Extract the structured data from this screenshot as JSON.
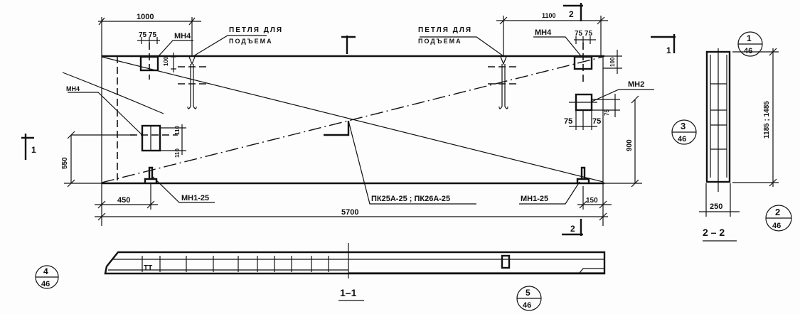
{
  "drawing": {
    "plan": {
      "dimensions": {
        "top_left": "1000",
        "top_right": "1100",
        "left_spacing": "75 75",
        "right_spacing": "75 75",
        "mn2_spacing_left": "75",
        "mn2_spacing_right": "75",
        "mn4_offset_left": "100",
        "mn4_offset_right": "100",
        "mn_left_upper": "110",
        "mn_left_lower": "110",
        "mn2_offset": "75",
        "height_right": "900",
        "height_left": "550",
        "bottom_left": "450",
        "bottom_right": "150",
        "total_length": "5700"
      },
      "labels": {
        "mn4_left": "МН4",
        "mn4_right": "МН4",
        "mn_left": "МН4",
        "mn2": "МН2",
        "loop_left_1": "ПЕТЛЯ ДЛЯ",
        "loop_left_2": "ПОДЪЕМА",
        "loop_right_1": "ПЕТЛЯ ДЛЯ",
        "loop_right_2": "ПОДЪЕМА",
        "mn1_left": "МН1-25",
        "mn1_right": "МН1-25",
        "panel_marks": "ПК25А-25 ; ПК26А-25"
      },
      "section_marks": {
        "section_1_top": "1",
        "section_1_right": "1",
        "section_1_left": "1",
        "section_2_top": "2",
        "section_2_bottom": "2"
      }
    },
    "section_2_2": {
      "title": "2 – 2",
      "height": "1185 ; 1485",
      "width": "250"
    },
    "section_1_1": {
      "title": "1–1",
      "stirrup_mark": "ТТ"
    },
    "callouts": [
      {
        "num": "1",
        "sheet": "46"
      },
      {
        "num": "3",
        "sheet": "46"
      },
      {
        "num": "2",
        "sheet": "46"
      },
      {
        "num": "4",
        "sheet": "46"
      },
      {
        "num": "5",
        "sheet": "46"
      }
    ]
  }
}
